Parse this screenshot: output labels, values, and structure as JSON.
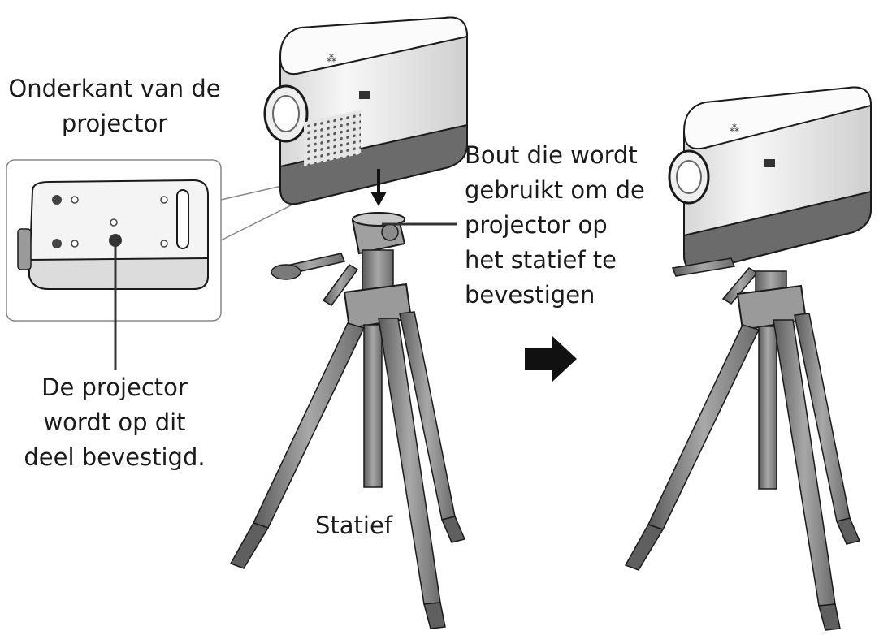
{
  "labels": {
    "bottom_view": [
      "Onderkant van de",
      "projector"
    ],
    "mount_point": [
      "De projector",
      "wordt op dit",
      "deel bevestigd."
    ],
    "bolt": [
      "Bout die wordt",
      "gebruikt om de",
      "projector op",
      "het statief te",
      "bevestigen"
    ],
    "tripod": "Statief"
  },
  "colors": {
    "line": "#1a1a1a",
    "body": "#f2f2f2",
    "body_shade": "#d9d9d9",
    "base": "#6b6b6b",
    "tripod": "#8a8a8a",
    "tripod_dark": "#5c5c5c"
  }
}
